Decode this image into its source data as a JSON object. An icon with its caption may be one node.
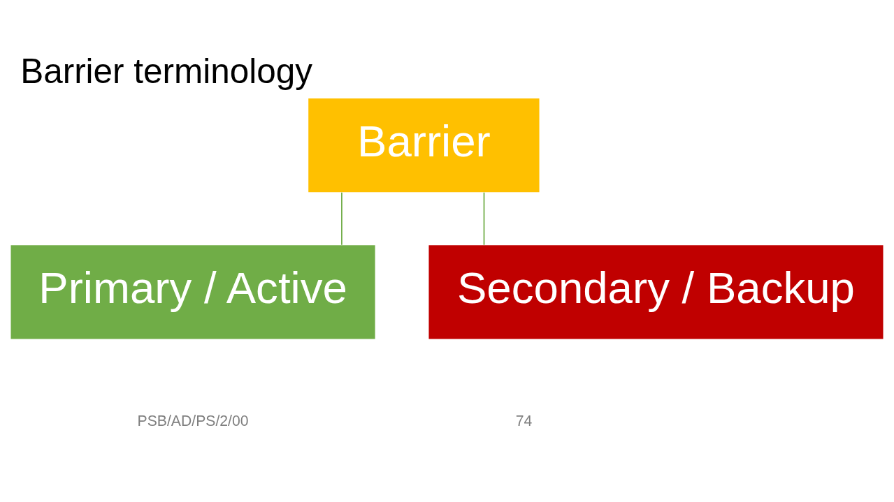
{
  "diagram": {
    "title": "Barrier terminology",
    "nodes": [
      {
        "text": [
          "Barrier"
        ]
      },
      {
        "text": [
          "Primary / Active"
        ]
      },
      {
        "text": [
          "Secondary / Backup"
        ]
      }
    ],
    "edges": [
      {
        "from": 0,
        "to": 1,
        "arrow": "none"
      },
      {
        "from": 0,
        "to": 2,
        "arrow": "none"
      }
    ],
    "labels": [
      "PSB/AD/PS/2/00",
      "74"
    ]
  }
}
